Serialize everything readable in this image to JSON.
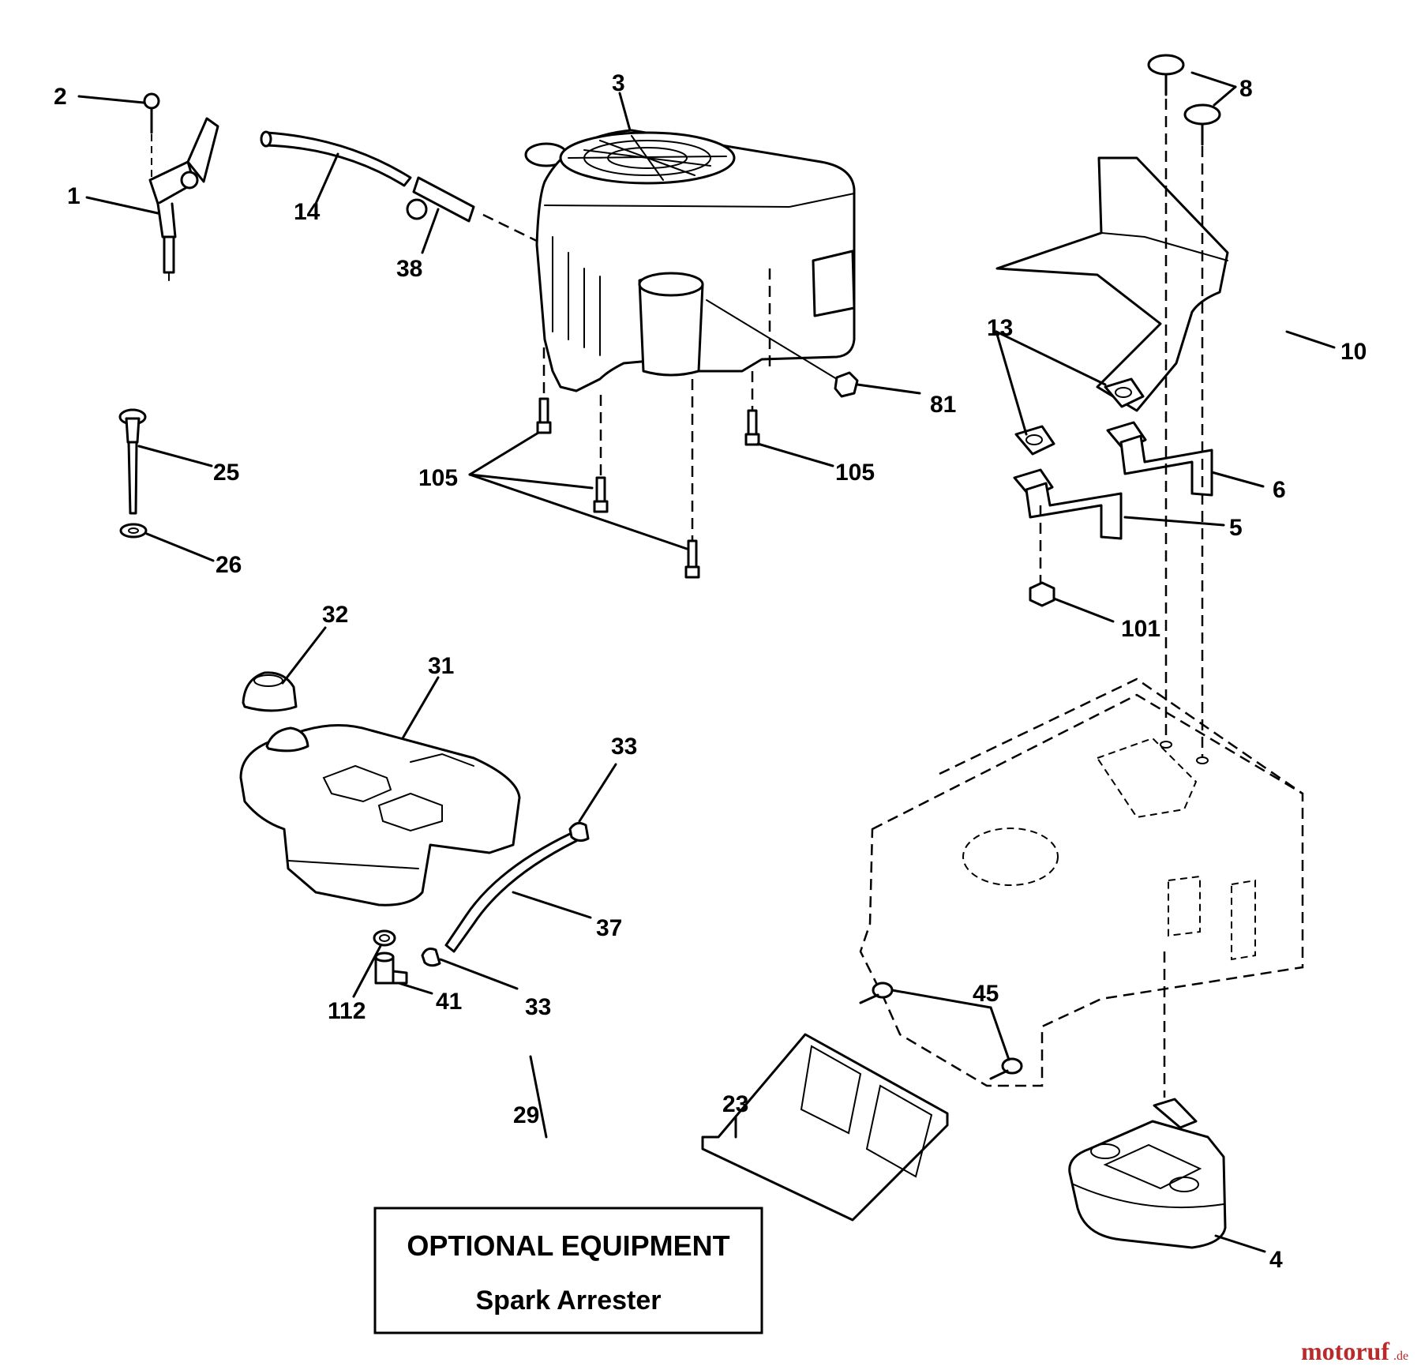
{
  "callouts": {
    "c1": "1",
    "c2": "2",
    "c3": "3",
    "c4": "4",
    "c5": "5",
    "c6": "6",
    "c8": "8",
    "c10": "10",
    "c13": "13",
    "c14": "14",
    "c23": "23",
    "c25": "25",
    "c26": "26",
    "c29": "29",
    "c31": "31",
    "c32": "32",
    "c33a": "33",
    "c33b": "33",
    "c37": "37",
    "c38": "38",
    "c41": "41",
    "c45": "45",
    "c81": "81",
    "c101": "101",
    "c105a": "105",
    "c105b": "105",
    "c112": "112"
  },
  "optional_box": {
    "title": "OPTIONAL EQUIPMENT",
    "subtitle": "Spark Arrester"
  },
  "watermark": {
    "main": "motoruf",
    "suffix": ".de"
  },
  "colors": {
    "line": "#000000",
    "background": "#ffffff",
    "watermark": "#ba2a2a"
  }
}
